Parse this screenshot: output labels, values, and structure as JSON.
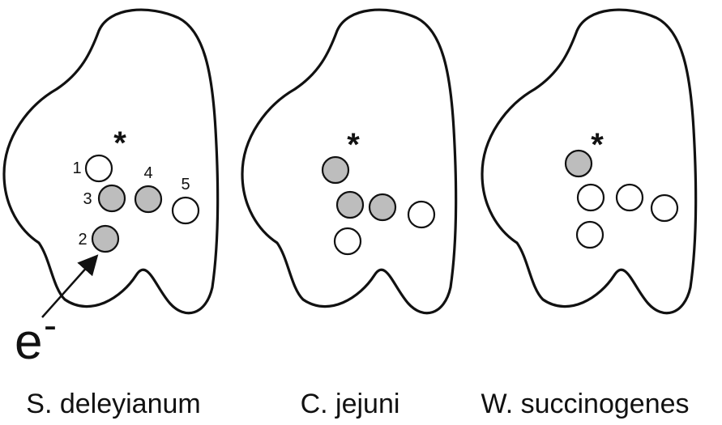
{
  "colors": {
    "filled": "#bdbdbd",
    "empty": "#ffffff",
    "outline": "#111111"
  },
  "panels": [
    {
      "caption": "S. deleyianum",
      "marker": "*",
      "sites": [
        {
          "label": "1",
          "filled": false
        },
        {
          "label": "2",
          "filled": true
        },
        {
          "label": "3",
          "filled": true
        },
        {
          "label": "4",
          "filled": true
        },
        {
          "label": "5",
          "filled": false
        }
      ],
      "electron": {
        "symbol": "e",
        "charge": "-"
      }
    },
    {
      "caption": "C. jejuni",
      "marker": "*",
      "sites": [
        {
          "label": "",
          "filled": true
        },
        {
          "label": "",
          "filled": false
        },
        {
          "label": "",
          "filled": true
        },
        {
          "label": "",
          "filled": true
        },
        {
          "label": "",
          "filled": false
        }
      ]
    },
    {
      "caption": "W. succinogenes",
      "marker": "*",
      "sites": [
        {
          "label": "",
          "filled": true
        },
        {
          "label": "",
          "filled": false
        },
        {
          "label": "",
          "filled": false
        },
        {
          "label": "",
          "filled": false
        },
        {
          "label": "",
          "filled": false
        }
      ]
    }
  ]
}
